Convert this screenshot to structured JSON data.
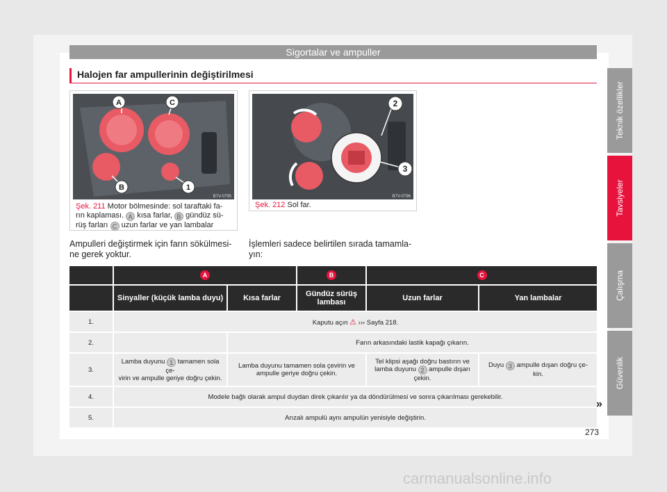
{
  "header": {
    "title": "Sigortalar ve ampuller"
  },
  "section": {
    "title": "Halojen far ampullerinin değiştirilmesi"
  },
  "fig211": {
    "label": "Şek. 211",
    "caption_1": "Motor bölmesinde: sol taraftaki fa-",
    "caption_2": "rın kaplaması.",
    "caption_3": "kısa farlar,",
    "caption_4": "gündüz sü-",
    "caption_5": "rüş farları",
    "caption_6": "uzun farlar ve yan lambalar",
    "code": "B7V-0795",
    "marks": {
      "A": "A",
      "B": "B",
      "C": "C",
      "one": "1"
    }
  },
  "fig212": {
    "label": "Şek. 212",
    "caption": "Sol far.",
    "code": "B7V-0796",
    "marks": {
      "two": "2",
      "three": "3"
    }
  },
  "text_left": {
    "line1": "Ampulleri değiştirmek için farın sökülmesi-",
    "line2": "ne gerek yoktur."
  },
  "text_right": {
    "line1": "İşlemleri sadece belirtilen sırada tamamla-",
    "line2": "yın:"
  },
  "table": {
    "letters": [
      "A",
      "B",
      "C"
    ],
    "headers": [
      "Sinyaller (küçük lamba duyu)",
      "Kısa farlar",
      "Gündüz sürüş lambası",
      "Uzun farlar",
      "Yan lambalar"
    ],
    "rows": [
      {
        "num": "1.",
        "text_a": "Kaputu açın",
        "text_b": "››› Sayfa 218."
      },
      {
        "num": "2.",
        "text": "Farın arkasındaki lastik kapağı çıkarın."
      },
      {
        "num": "3.",
        "c1a": "Lamba duyunu",
        "c1n": "1",
        "c1b": "tamamen sola çe-",
        "c1c": "virin ve ampulle geriye doğru çekin.",
        "c2": "Lamba duyunu tamamen sola çevirin ve ampulle geriye doğru çekin.",
        "c3a": "Tel klipsi aşağı doğru bastırın ve",
        "c3b": "lamba duyunu",
        "c3n": "2",
        "c3c": "ampulle dışarı",
        "c3d": "çekin.",
        "c4a": "Duyu",
        "c4n": "3",
        "c4b": "ampulle dışarı doğru çe-",
        "c4c": "kin."
      },
      {
        "num": "4.",
        "text": "Modele bağlı olarak ampul duydan direk çıkarılır ya da döndürülmesi ve sonra çıkarılması gerekebilir."
      },
      {
        "num": "5.",
        "text": "Arızalı ampulü aynı ampulün yenisiyle değiştirin."
      }
    ]
  },
  "tabs": [
    "Teknik özellikler",
    "Tavsiyeler",
    "Çalışma",
    "Güvenlik"
  ],
  "continue_mark": "»",
  "page_number": "273",
  "watermark": "carmanualsonline.info",
  "colors": {
    "accent": "#e8133c",
    "tab_gray": "#9a9a9a",
    "header_dark": "#2a2a2a"
  }
}
